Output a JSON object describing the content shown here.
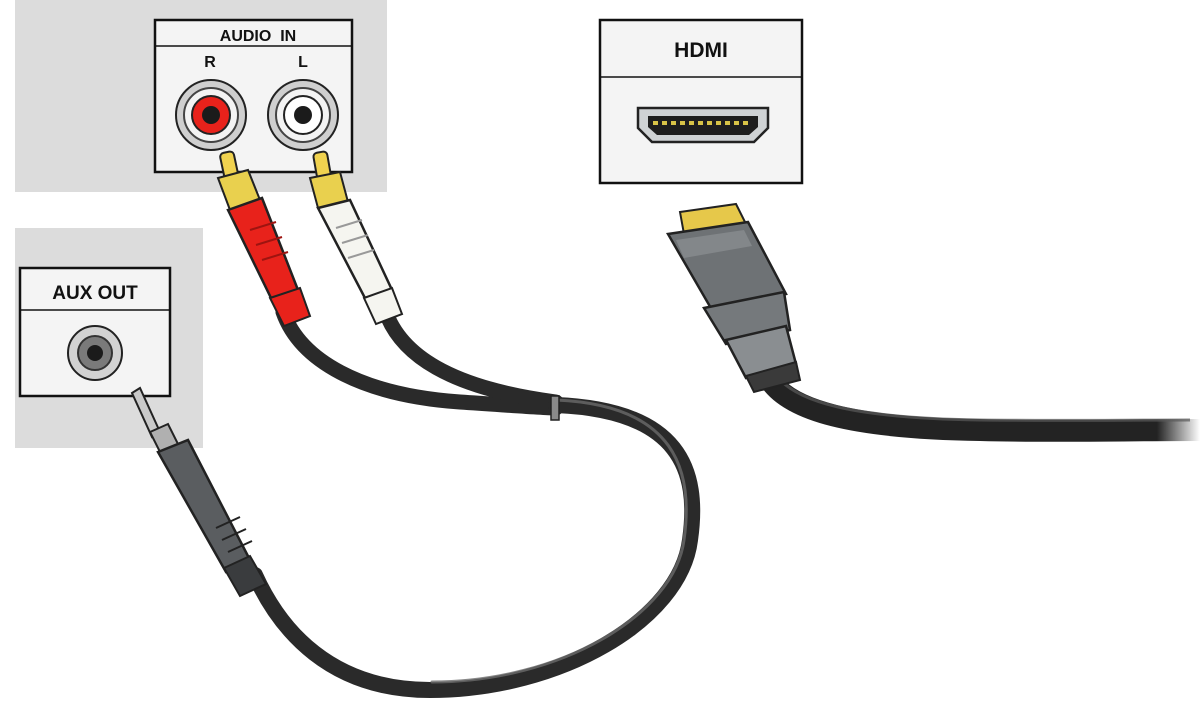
{
  "audio_in_panel": {
    "title": "AUDIO  IN",
    "right_label": "R",
    "left_label": "L"
  },
  "aux_out_panel": {
    "title": "AUX OUT"
  },
  "hdmi_panel": {
    "title": "HDMI"
  },
  "colors": {
    "wall_gray": "#dcdcdc",
    "panel_bg": "#f4f4f4",
    "red_jack": "#e8221b",
    "white_jack": "#f5f5f0",
    "gold": "#e6c84a",
    "cable": "#2a2a2a",
    "hdmi_plug": "#6e7275"
  },
  "icons": [
    "rca-red-jack-icon",
    "rca-white-jack-icon",
    "aux-jack-icon",
    "hdmi-port-icon",
    "rca-red-plug-icon",
    "rca-white-plug-icon",
    "aux-3.5mm-plug-icon",
    "hdmi-plug-icon"
  ]
}
